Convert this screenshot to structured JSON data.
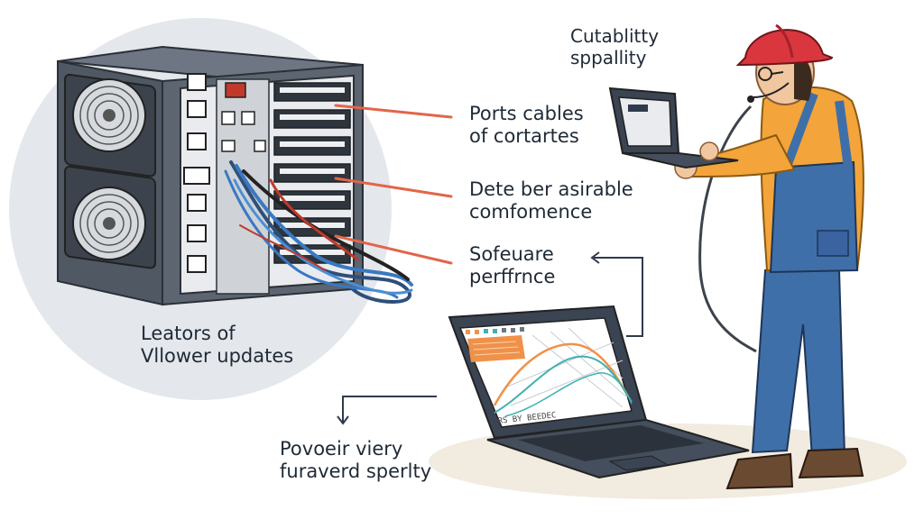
{
  "colors": {
    "background": "#ffffff",
    "circle_backdrop": "#e4e7ec",
    "callout_line": "#e2654a",
    "arrow": "#2f3b4c",
    "rack_body": "#4f5863",
    "helmet": "#d9363e",
    "shirt": "#f3a43a",
    "overalls": "#3f6fa8",
    "cable": "#3a78c2",
    "chart_orange": "#f0914a",
    "chart_teal": "#3fb0b0"
  },
  "icons": [
    "server-rack",
    "cooling-fan-icon",
    "technician",
    "laptop",
    "arrow-icon"
  ],
  "labels": {
    "top_right": {
      "line1": "Cutablitty",
      "line2": "sppallity"
    },
    "ports": {
      "line1": "Ports cables",
      "line2": "of cortartes"
    },
    "dete": {
      "line1": "Dete ber asirable",
      "line2": "comfomence"
    },
    "software": {
      "line1": "Sofeuare",
      "line2": "perffrnce"
    },
    "leators": {
      "line1": "Leators of",
      "line2": "Vllower updates"
    },
    "povoeir": {
      "line1": "Povoeir viery",
      "line2": "furaverd sperlty"
    }
  },
  "laptop_screen": {
    "caption": "RS BY BEEDEC"
  }
}
